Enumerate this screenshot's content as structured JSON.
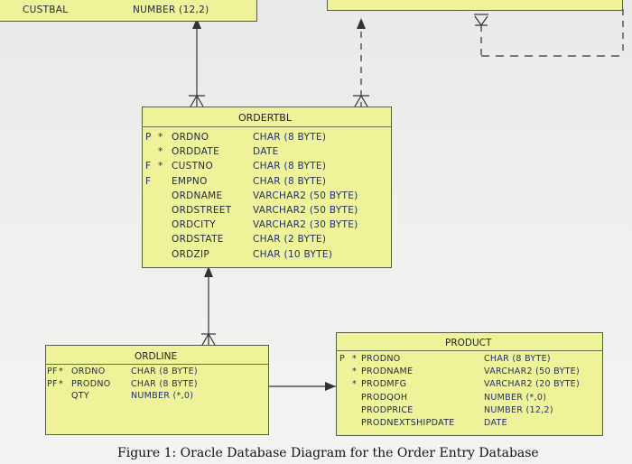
{
  "top_left_table": {
    "columns": [
      {
        "name": "CUSTBAL",
        "type": "NUMBER (12,2)"
      }
    ]
  },
  "ordertbl": {
    "title": "ORDERTBL",
    "columns": [
      {
        "key": "P",
        "req": "*",
        "name": "ORDNO",
        "type": "CHAR (8 BYTE)"
      },
      {
        "key": "",
        "req": "*",
        "name": "ORDDATE",
        "type": "DATE"
      },
      {
        "key": "F",
        "req": "*",
        "name": "CUSTNO",
        "type": "CHAR (8 BYTE)"
      },
      {
        "key": "F",
        "req": "",
        "name": "EMPNO",
        "type": "CHAR (8 BYTE)"
      },
      {
        "key": "",
        "req": "",
        "name": "ORDNAME",
        "type": "VARCHAR2 (50 BYTE)"
      },
      {
        "key": "",
        "req": "",
        "name": "ORDSTREET",
        "type": "VARCHAR2 (50 BYTE)"
      },
      {
        "key": "",
        "req": "",
        "name": "ORDCITY",
        "type": "VARCHAR2 (30 BYTE)"
      },
      {
        "key": "",
        "req": "",
        "name": "ORDSTATE",
        "type": "CHAR (2 BYTE)"
      },
      {
        "key": "",
        "req": "",
        "name": "ORDZIP",
        "type": "CHAR (10 BYTE)"
      }
    ]
  },
  "ordline": {
    "title": "ORDLINE",
    "columns": [
      {
        "key": "PF",
        "req": "*",
        "name": "ORDNO",
        "type": "CHAR (8 BYTE)"
      },
      {
        "key": "PF",
        "req": "*",
        "name": "PRODNO",
        "type": "CHAR (8 BYTE)"
      },
      {
        "key": "",
        "req": "",
        "name": "QTY",
        "type": "NUMBER (*,0)"
      }
    ]
  },
  "product": {
    "title": "PRODUCT",
    "columns": [
      {
        "key": "P",
        "req": "*",
        "name": "PRODNO",
        "type": "CHAR (8 BYTE)"
      },
      {
        "key": "",
        "req": "*",
        "name": "PRODNAME",
        "type": "VARCHAR2 (50 BYTE)"
      },
      {
        "key": "",
        "req": "*",
        "name": "PRODMFG",
        "type": "VARCHAR2 (20 BYTE)"
      },
      {
        "key": "",
        "req": "",
        "name": "PRODQOH",
        "type": "NUMBER (*,0)"
      },
      {
        "key": "",
        "req": "",
        "name": "PRODPRICE",
        "type": "NUMBER (12,2)"
      },
      {
        "key": "",
        "req": "",
        "name": "PRODNEXTSHIPDATE",
        "type": "DATE"
      }
    ]
  },
  "caption": "Figure 1: Oracle Database Diagram for the Order Entry Database",
  "colors": {
    "table_fill": "#eef39a",
    "table_border": "#5a5a4a",
    "text": "#23306a"
  }
}
